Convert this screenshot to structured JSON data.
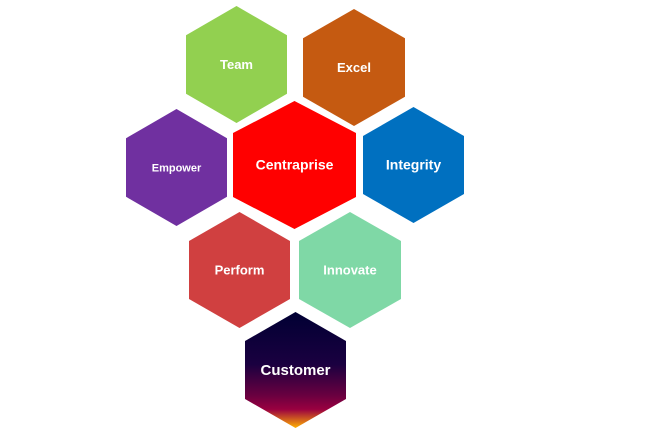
{
  "diagram": {
    "hexagons": [
      {
        "id": "team",
        "label": "Team",
        "color": "#92d050"
      },
      {
        "id": "excel",
        "label": "Excel",
        "color": "#c55a11"
      },
      {
        "id": "empower",
        "label": "Empower",
        "color": "#7030a0"
      },
      {
        "id": "centraprise",
        "label": "Centraprise",
        "color": "#ff0000"
      },
      {
        "id": "integrity",
        "label": "Integrity",
        "color": "#0070c0"
      },
      {
        "id": "perform",
        "label": "Perform",
        "color": "#d04040"
      },
      {
        "id": "innovate",
        "label": "Innovate",
        "color": "#7fd8a6"
      },
      {
        "id": "customer",
        "label": "Customer",
        "gradient": [
          "#000033",
          "#1a0040",
          "#6a0040",
          "#9a0040",
          "#ffb000"
        ]
      }
    ]
  }
}
